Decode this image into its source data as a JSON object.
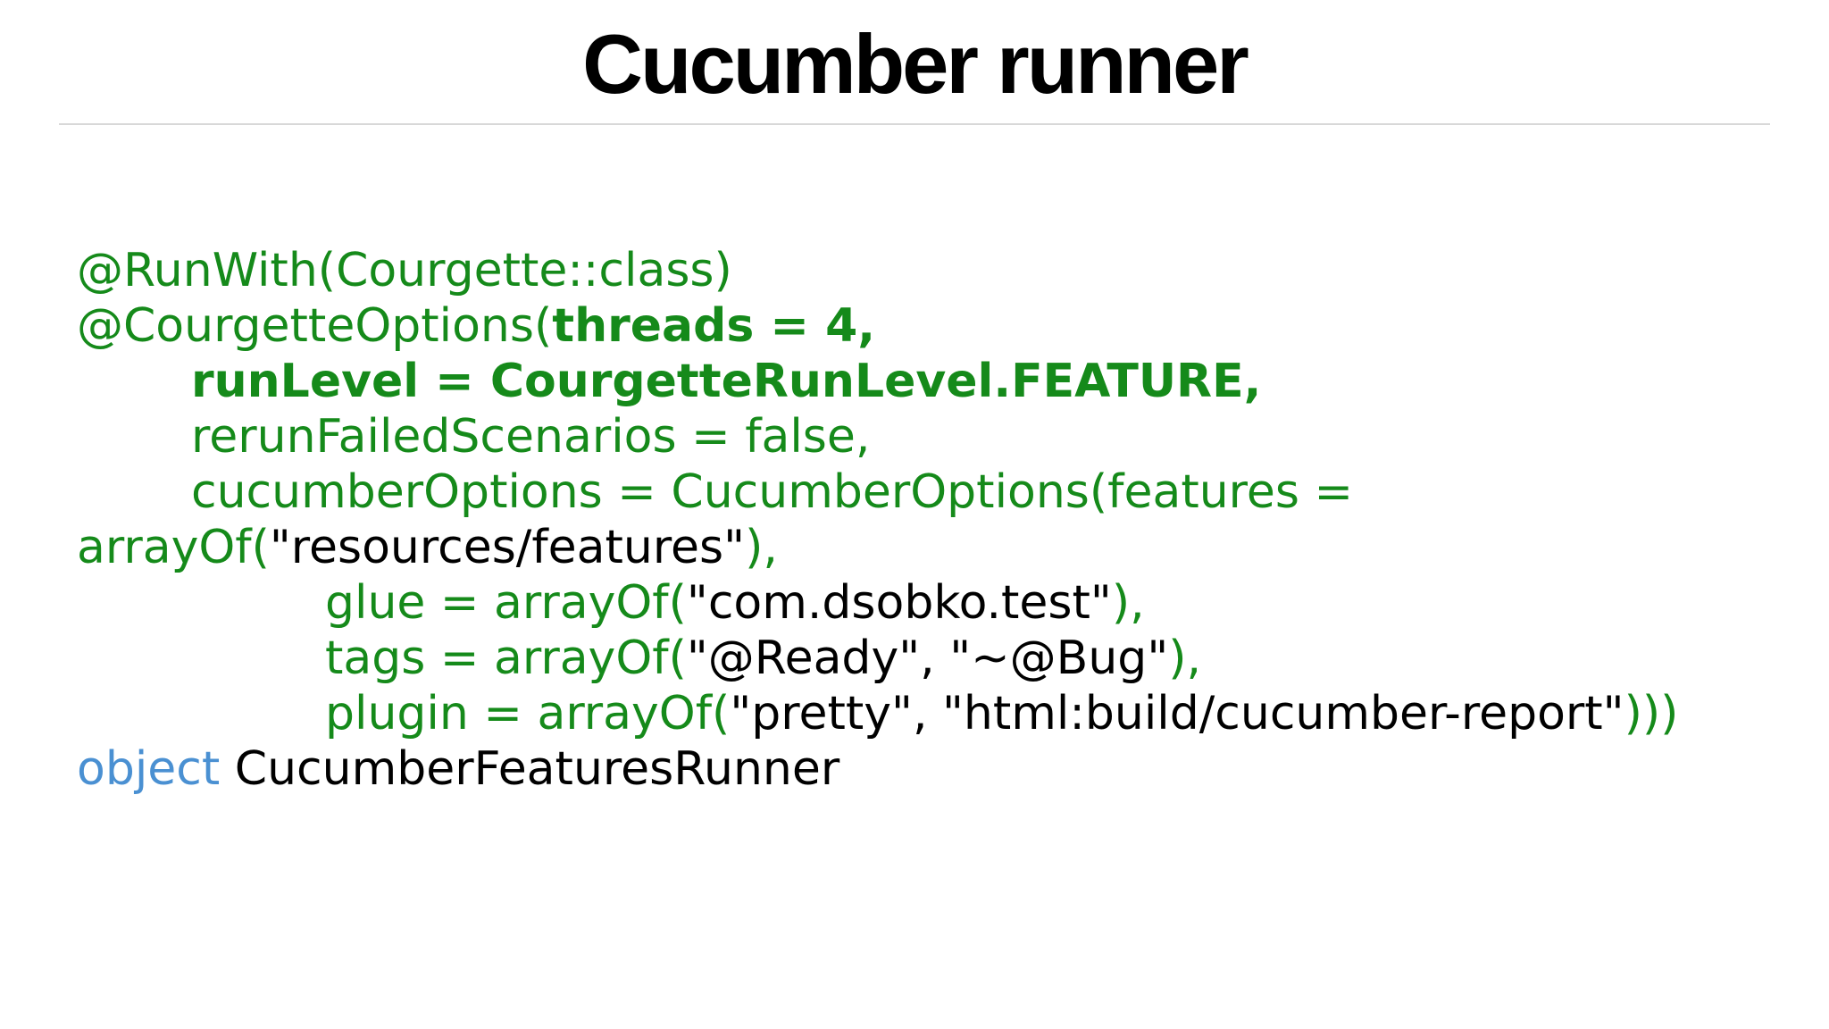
{
  "slide": {
    "title": "Cucumber runner"
  },
  "colors": {
    "title": "#000000",
    "divider": "#d8d8d8",
    "green": "#158a1a",
    "keyword_blue": "#4a90d2",
    "black": "#000000",
    "background": "#ffffff"
  },
  "code": {
    "language": "kotlin",
    "lines": [
      {
        "indent": 0,
        "segments": [
          {
            "t": "@RunWith(Courgette::class)",
            "c": "green"
          }
        ]
      },
      {
        "indent": 0,
        "segments": [
          {
            "t": "@CourgetteOptions(",
            "c": "green"
          },
          {
            "t": "threads = 4,",
            "c": "green-bold"
          }
        ]
      },
      {
        "indent": 1,
        "segments": [
          {
            "t": "runLevel = CourgetteRunLevel.FEATURE,",
            "c": "green-bold"
          }
        ]
      },
      {
        "indent": 1,
        "segments": [
          {
            "t": "rerunFailedScenarios = false,",
            "c": "green"
          }
        ]
      },
      {
        "indent": 1,
        "segments": [
          {
            "t": "cucumberOptions = CucumberOptions(features =",
            "c": "green"
          }
        ]
      },
      {
        "indent": 0,
        "segments": [
          {
            "t": "arrayOf(",
            "c": "green"
          },
          {
            "t": "\"resources/features\"",
            "c": "string"
          },
          {
            "t": "),",
            "c": "green"
          }
        ]
      },
      {
        "indent": 2,
        "segments": [
          {
            "t": "glue = arrayOf(",
            "c": "green"
          },
          {
            "t": "\"com.dsobko.test\"",
            "c": "string"
          },
          {
            "t": "),",
            "c": "green"
          }
        ]
      },
      {
        "indent": 2,
        "segments": [
          {
            "t": "tags = arrayOf(",
            "c": "green"
          },
          {
            "t": "\"@Ready\", \"~@Bug\"",
            "c": "string"
          },
          {
            "t": "),",
            "c": "green"
          }
        ]
      },
      {
        "indent": 2,
        "segments": [
          {
            "t": "plugin = arrayOf(",
            "c": "green"
          },
          {
            "t": "\"pretty\", \"html:build/cucumber-report\"",
            "c": "string"
          },
          {
            "t": ")))",
            "c": "green"
          }
        ]
      },
      {
        "indent": 0,
        "segments": [
          {
            "t": "object",
            "c": "keyword"
          },
          {
            "t": " CucumberFeaturesRunner",
            "c": "plain"
          }
        ]
      }
    ]
  }
}
